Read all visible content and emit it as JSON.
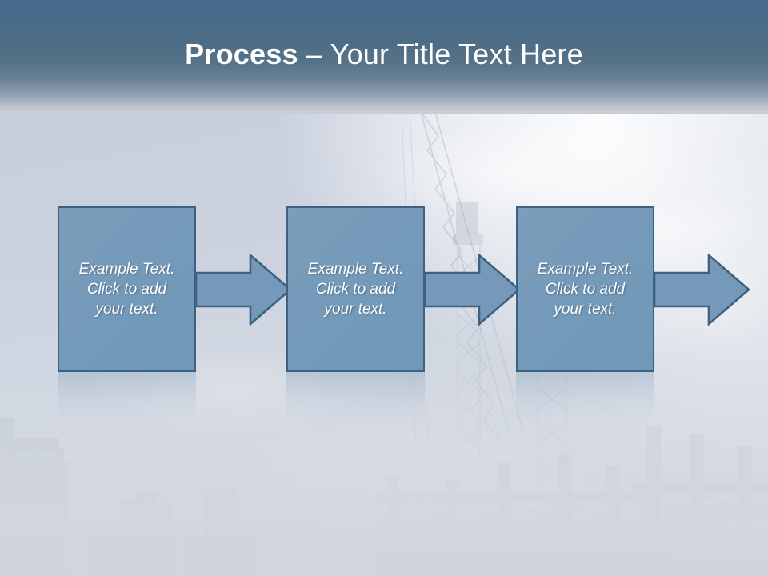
{
  "slide": {
    "title": {
      "bold_part": "Process",
      "separator": " – ",
      "rest": "Your Title Text Here",
      "full": "Process – Your Title Text Here"
    },
    "background": {
      "description": "construction-site-photo",
      "sky_color": "#c9cfdc",
      "highlight_color": "#fdfdfe",
      "silhouette_color": "#9aa2ae"
    },
    "theme": {
      "header_top_color": "#47688a",
      "header_bottom_color": "#c9cfda",
      "shape_fill": "#7699b9",
      "shape_border": "#3d6180",
      "text_color": "#ffffff"
    }
  },
  "process": {
    "steps": [
      {
        "id": "step-1",
        "lines": [
          "Example Text.",
          "Click  to add",
          "your text."
        ],
        "arrow_label": "arrow-to-step-2"
      },
      {
        "id": "step-2",
        "lines": [
          "Example Text.",
          "Click  to add",
          "your text."
        ],
        "arrow_label": "arrow-to-step-3"
      },
      {
        "id": "step-3",
        "lines": [
          "Example Text.",
          "Click  to add",
          "your text."
        ],
        "arrow_label": "arrow-to-end"
      }
    ]
  }
}
